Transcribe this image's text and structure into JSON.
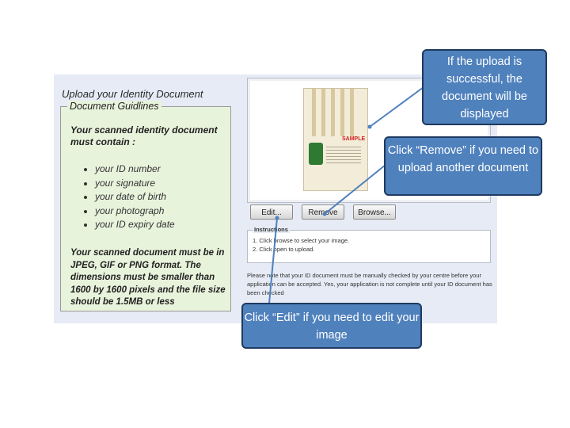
{
  "panel": {
    "title": "Upload your Identity Document",
    "guidelines": {
      "legend": "Document Guidlines",
      "intro": "Your scanned identity document must contain :",
      "items": [
        "your ID number",
        "your signature",
        "your date of birth",
        "your photograph",
        "your ID expiry date"
      ],
      "format_note": "Your scanned document must be in JPEG, GIF or PNG format. The dimensions must be smaller than 1600 by 1600 pixels and the file size should be 1.5MB or less"
    },
    "preview": {
      "sample_label": "SAMPLE"
    },
    "buttons": {
      "edit": "Edit...",
      "remove": "Remove",
      "browse": "Browse..."
    },
    "instructions": {
      "legend": "Instructions",
      "steps": [
        "1. Click browse to select your image.",
        "2. Click open to upload."
      ]
    },
    "note": "Please note that your ID document must be manually checked by your centre before your application can be accepted. Yes, your application is not complete until your ID document has been checked"
  },
  "callouts": {
    "uploaded": "If the upload is successful, the document will be displayed",
    "remove": "Click “Remove” if you need to upload another document",
    "edit": "Click “Edit” if you need to edit your image"
  },
  "colors": {
    "callout_fill": "#4f81bd",
    "callout_border": "#1f3a5f",
    "panel_bg": "#e6ebf5",
    "guidelines_bg": "#e8f3dc"
  }
}
